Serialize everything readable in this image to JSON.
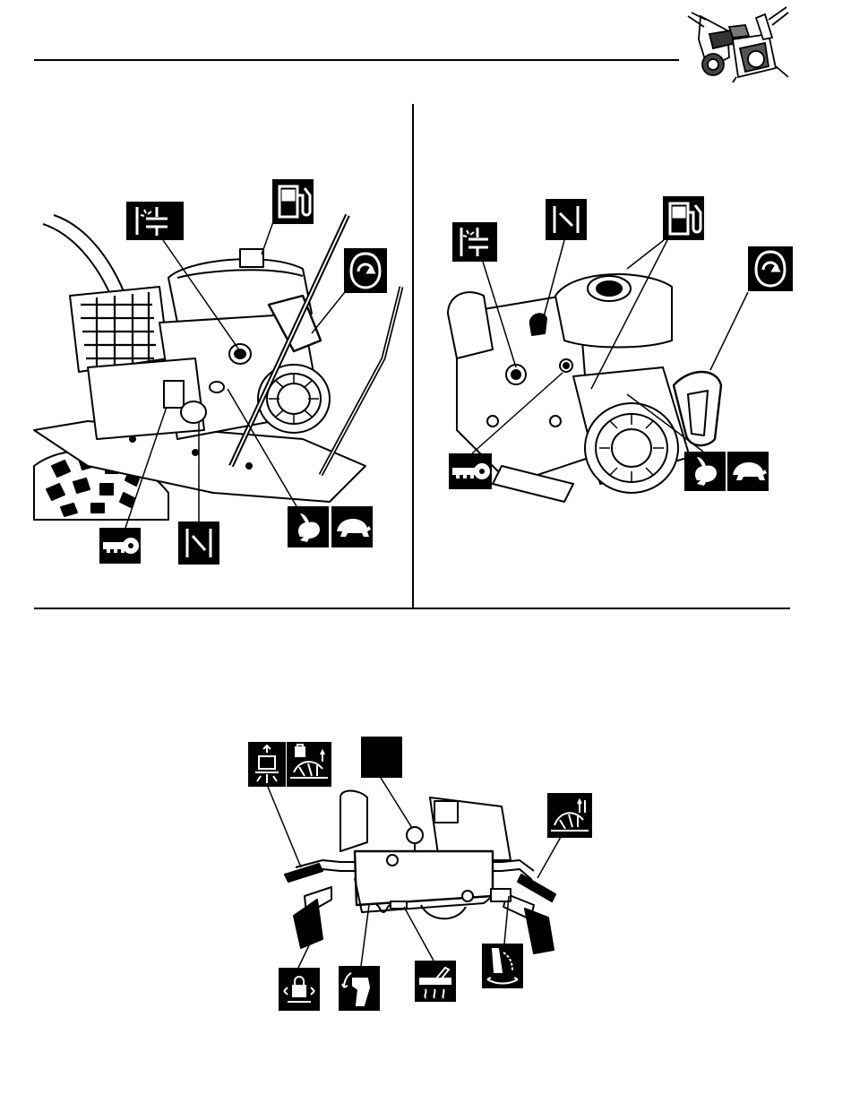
{
  "header": {
    "logo_icon": "snowblower-logo-icon"
  },
  "figures": [
    {
      "id": "engine-left",
      "icons": [
        "choke-icon",
        "fuel-icon",
        "primer-icon",
        "throttle-fast-icon",
        "throttle-slow-icon",
        "key-icon",
        "stop-switch-icon"
      ]
    },
    {
      "id": "engine-right",
      "icons": [
        "choke-icon",
        "stop-switch-icon",
        "fuel-icon",
        "primer-icon",
        "key-icon",
        "throttle-fast-icon",
        "throttle-slow-icon"
      ]
    },
    {
      "id": "dashboard",
      "icons": [
        "drive-engage-icon",
        "auger-lock-icon",
        "auger-engage-icon",
        "drive-lock-icon",
        "chute-tilt-icon",
        "heated-grip-icon",
        "chute-rotate-icon"
      ]
    }
  ]
}
